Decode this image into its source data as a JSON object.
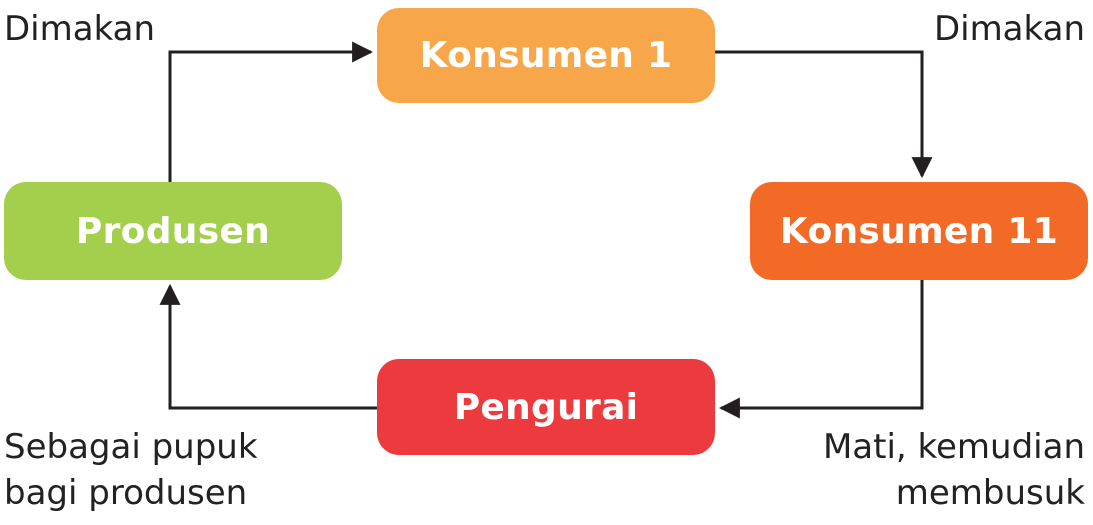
{
  "nodes": {
    "konsumen1": {
      "label": "Konsumen 1",
      "color": "#F7A64A"
    },
    "konsumen2": {
      "label": "Konsumen 11",
      "color": "#F26A25"
    },
    "pengurai": {
      "label": "Pengurai",
      "color": "#EC3A3E"
    },
    "produsen": {
      "label": "Produsen",
      "color": "#A4CF4C"
    }
  },
  "edges": {
    "produsen_to_konsumen1": {
      "label": "Dimakan"
    },
    "konsumen1_to_konsumen2": {
      "label": "Dimakan"
    },
    "konsumen2_to_pengurai": {
      "label_line1": "Mati, kemudian",
      "label_line2": "membusuk"
    },
    "pengurai_to_produsen": {
      "label_line1": "Sebagai  pupuk",
      "label_line2": "bagi produsen"
    }
  },
  "arrow_color": "#231F20"
}
